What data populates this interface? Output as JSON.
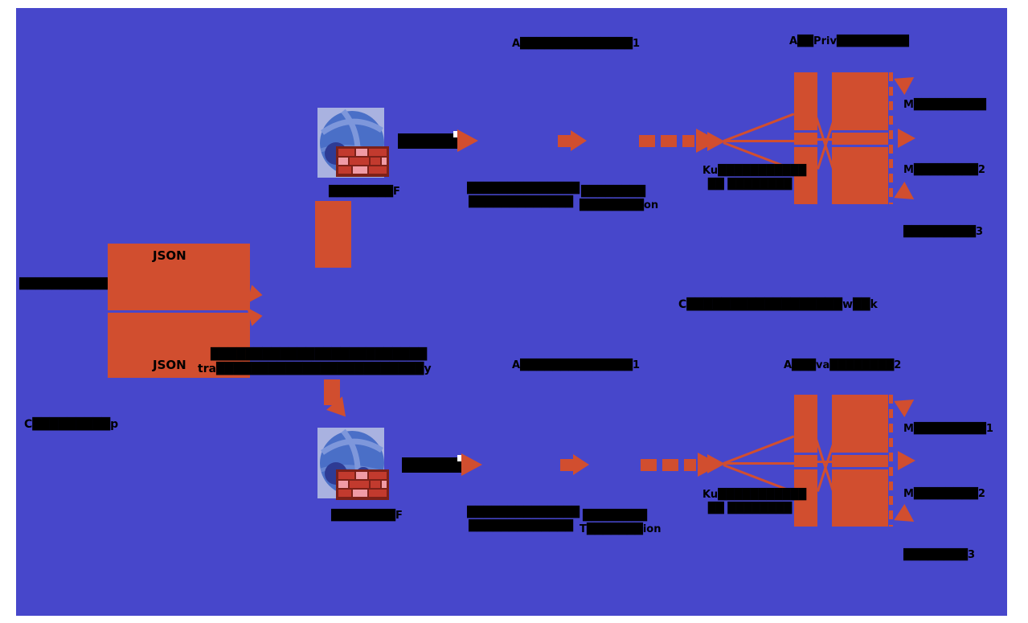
{
  "colors": {
    "canvas": "#4747CB",
    "accent": "#D14E2F",
    "ink": "#000000",
    "white": "#ffffff",
    "fd_tile": "#A9B2E0",
    "globe": "#4A6FC7",
    "globe_arc": "#7E97DB",
    "globe_dot": "#2E3B94",
    "brick_red": "#C23A2E",
    "brick_pink": "#F09AA5",
    "brick_frame": "#7C2018"
  },
  "icons": {
    "front_door": "globe-icon",
    "waf": "firewall-icon"
  },
  "left": {
    "request_label": "███████████→",
    "customer_label": "C█████████p",
    "json_top": "JSON",
    "json_bottom": "JSON"
  },
  "annotation": {
    "line1": "█████████████████████████",
    "line2": "tra████████████████████████y"
  },
  "front_door": {
    "label_top": "████████F",
    "label_bottom": "████████F"
  },
  "network_label": "C██████████████████w██k",
  "regions": [
    {
      "subnet_title": "A██████████████1",
      "cluster_title": "A██Priv█████████",
      "gateway_note": {
        "line1": "██████████████",
        "line2": "█████████████"
      },
      "tunnel_note": {
        "line1": "████████",
        "line2": "████████on"
      },
      "ingress_note": {
        "line1": "Ku███████████",
        "line2": "██ ████████"
      },
      "microservices": [
        "M█████████",
        "M████████2",
        "█████████3"
      ]
    },
    {
      "subnet_title": "A██████████████1",
      "cluster_title": "A███va████████2",
      "gateway_note": {
        "line1": "██████████████",
        "line2": "█████████████"
      },
      "tunnel_note": {
        "line1": "████████",
        "line2": "T███████ion"
      },
      "ingress_note": {
        "line1": "Ku███████████",
        "line2": "██ ████████"
      },
      "microservices": [
        "M█████████1",
        "M████████2",
        "████████3"
      ]
    }
  ]
}
